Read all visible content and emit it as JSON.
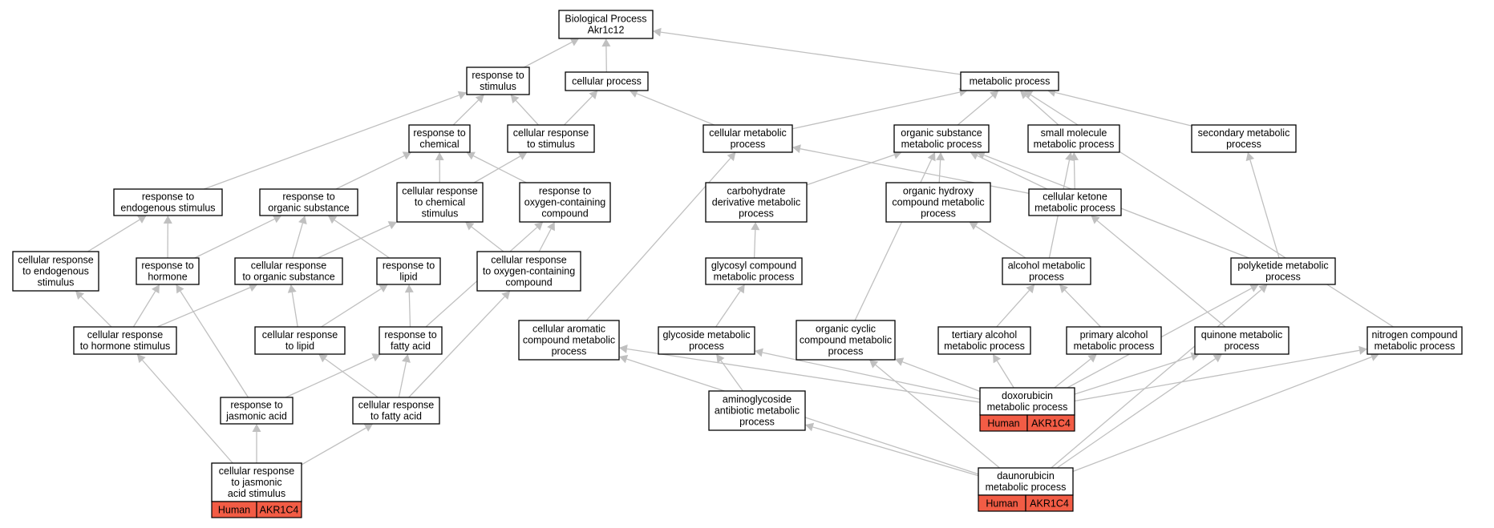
{
  "graph": {
    "title_lines": [
      "Biological Process",
      "Akr1c12"
    ],
    "nodes": [
      {
        "id": "bp",
        "lines": [
          "Biological Process",
          "Akr1c12"
        ]
      },
      {
        "id": "rs",
        "lines": [
          "response to",
          "stimulus"
        ]
      },
      {
        "id": "cp",
        "lines": [
          "cellular process"
        ]
      },
      {
        "id": "mp",
        "lines": [
          "metabolic process"
        ]
      },
      {
        "id": "rc",
        "lines": [
          "response to",
          "chemical"
        ]
      },
      {
        "id": "crs",
        "lines": [
          "cellular response",
          "to stimulus"
        ]
      },
      {
        "id": "cmp",
        "lines": [
          "cellular metabolic",
          "process"
        ]
      },
      {
        "id": "osmp",
        "lines": [
          "organic substance",
          "metabolic process"
        ]
      },
      {
        "id": "smmp",
        "lines": [
          "small molecule",
          "metabolic process"
        ]
      },
      {
        "id": "secmp",
        "lines": [
          "secondary metabolic",
          "process"
        ]
      },
      {
        "id": "res",
        "lines": [
          "response to",
          "endogenous stimulus"
        ]
      },
      {
        "id": "ros",
        "lines": [
          "response to",
          "organic substance"
        ]
      },
      {
        "id": "crcs",
        "lines": [
          "cellular response",
          "to chemical",
          "stimulus"
        ]
      },
      {
        "id": "rocc",
        "lines": [
          "response to",
          "oxygen-containing",
          "compound"
        ]
      },
      {
        "id": "cdmp",
        "lines": [
          "carbohydrate",
          "derivative metabolic",
          "process"
        ]
      },
      {
        "id": "ohcmp",
        "lines": [
          "organic hydroxy",
          "compound metabolic",
          "process"
        ]
      },
      {
        "id": "ckmp",
        "lines": [
          "cellular ketone",
          "metabolic process"
        ]
      },
      {
        "id": "cres",
        "lines": [
          "cellular response",
          "to endogenous",
          "stimulus"
        ]
      },
      {
        "id": "rh",
        "lines": [
          "response to",
          "hormone"
        ]
      },
      {
        "id": "cros",
        "lines": [
          "cellular response",
          "to organic substance"
        ]
      },
      {
        "id": "rl",
        "lines": [
          "response to",
          "lipid"
        ]
      },
      {
        "id": "crocc",
        "lines": [
          "cellular response",
          "to oxygen-containing",
          "compound"
        ]
      },
      {
        "id": "gcmp",
        "lines": [
          "glycosyl compound",
          "metabolic process"
        ]
      },
      {
        "id": "amp",
        "lines": [
          "alcohol metabolic",
          "process"
        ]
      },
      {
        "id": "pmp",
        "lines": [
          "polyketide metabolic",
          "process"
        ]
      },
      {
        "id": "crhs",
        "lines": [
          "cellular response",
          "to hormone stimulus"
        ]
      },
      {
        "id": "crl",
        "lines": [
          "cellular response",
          "to lipid"
        ]
      },
      {
        "id": "rfa",
        "lines": [
          "response to",
          "fatty acid"
        ]
      },
      {
        "id": "cacmp",
        "lines": [
          "cellular aromatic",
          "compound metabolic",
          "process"
        ]
      },
      {
        "id": "glymp",
        "lines": [
          "glycoside metabolic",
          "process"
        ]
      },
      {
        "id": "occmp",
        "lines": [
          "organic cyclic",
          "compound metabolic",
          "process"
        ]
      },
      {
        "id": "tamp",
        "lines": [
          "tertiary alcohol",
          "metabolic process"
        ]
      },
      {
        "id": "pamp",
        "lines": [
          "primary alcohol",
          "metabolic process"
        ]
      },
      {
        "id": "qmp",
        "lines": [
          "quinone metabolic",
          "process"
        ]
      },
      {
        "id": "ncmp",
        "lines": [
          "nitrogen compound",
          "metabolic process"
        ]
      },
      {
        "id": "rja",
        "lines": [
          "response to",
          "jasmonic acid"
        ]
      },
      {
        "id": "crfa",
        "lines": [
          "cellular response",
          "to fatty acid"
        ]
      },
      {
        "id": "aamp",
        "lines": [
          "aminoglycoside",
          "antibiotic metabolic",
          "process"
        ]
      },
      {
        "id": "doxo",
        "lines": [
          "doxorubicin",
          "metabolic process"
        ],
        "badge": [
          "Human",
          "AKR1C4"
        ]
      },
      {
        "id": "crjas",
        "lines": [
          "cellular response",
          "to jasmonic",
          "acid stimulus"
        ],
        "badge": [
          "Human",
          "AKR1C4"
        ]
      },
      {
        "id": "dauno",
        "lines": [
          "daunorubicin",
          "metabolic process"
        ],
        "badge": [
          "Human",
          "AKR1C4"
        ]
      }
    ],
    "edges": [
      [
        "rs",
        "bp"
      ],
      [
        "cp",
        "bp"
      ],
      [
        "mp",
        "bp"
      ],
      [
        "rc",
        "rs"
      ],
      [
        "crs",
        "rs"
      ],
      [
        "crs",
        "cp"
      ],
      [
        "res",
        "rs"
      ],
      [
        "cmp",
        "cp"
      ],
      [
        "cmp",
        "mp"
      ],
      [
        "osmp",
        "mp"
      ],
      [
        "smmp",
        "mp"
      ],
      [
        "secmp",
        "mp"
      ],
      [
        "ncmp",
        "mp"
      ],
      [
        "ros",
        "rc"
      ],
      [
        "crcs",
        "rc"
      ],
      [
        "rocc",
        "rc"
      ],
      [
        "crcs",
        "crs"
      ],
      [
        "cdmp",
        "osmp"
      ],
      [
        "ohcmp",
        "osmp"
      ],
      [
        "ckmp",
        "osmp"
      ],
      [
        "ckmp",
        "smmp"
      ],
      [
        "ckmp",
        "cmp"
      ],
      [
        "cres",
        "res"
      ],
      [
        "rh",
        "res"
      ],
      [
        "rh",
        "ros"
      ],
      [
        "cros",
        "ros"
      ],
      [
        "cros",
        "crcs"
      ],
      [
        "rl",
        "ros"
      ],
      [
        "crocc",
        "rocc"
      ],
      [
        "crocc",
        "crcs"
      ],
      [
        "gcmp",
        "cdmp"
      ],
      [
        "amp",
        "ohcmp"
      ],
      [
        "amp",
        "smmp"
      ],
      [
        "pmp",
        "secmp"
      ],
      [
        "pmp",
        "osmp"
      ],
      [
        "crhs",
        "cres"
      ],
      [
        "crhs",
        "rh"
      ],
      [
        "crhs",
        "cros"
      ],
      [
        "crl",
        "cros"
      ],
      [
        "crl",
        "rl"
      ],
      [
        "rfa",
        "rl"
      ],
      [
        "rfa",
        "rocc"
      ],
      [
        "cacmp",
        "cmp"
      ],
      [
        "occmp",
        "osmp"
      ],
      [
        "glymp",
        "gcmp"
      ],
      [
        "tamp",
        "amp"
      ],
      [
        "pamp",
        "amp"
      ],
      [
        "qmp",
        "ckmp"
      ],
      [
        "rja",
        "rh"
      ],
      [
        "rja",
        "rfa"
      ],
      [
        "crfa",
        "rfa"
      ],
      [
        "crfa",
        "crl"
      ],
      [
        "crfa",
        "crocc"
      ],
      [
        "aamp",
        "glymp"
      ],
      [
        "doxo",
        "cacmp"
      ],
      [
        "doxo",
        "glymp"
      ],
      [
        "doxo",
        "occmp"
      ],
      [
        "doxo",
        "tamp"
      ],
      [
        "doxo",
        "pamp"
      ],
      [
        "doxo",
        "qmp"
      ],
      [
        "doxo",
        "ncmp"
      ],
      [
        "doxo",
        "pmp"
      ],
      [
        "crjas",
        "crhs"
      ],
      [
        "crjas",
        "rja"
      ],
      [
        "crjas",
        "crfa"
      ],
      [
        "dauno",
        "cacmp"
      ],
      [
        "dauno",
        "aamp"
      ],
      [
        "dauno",
        "occmp"
      ],
      [
        "dauno",
        "qmp"
      ],
      [
        "dauno",
        "ncmp"
      ],
      [
        "dauno",
        "pmp"
      ]
    ]
  }
}
